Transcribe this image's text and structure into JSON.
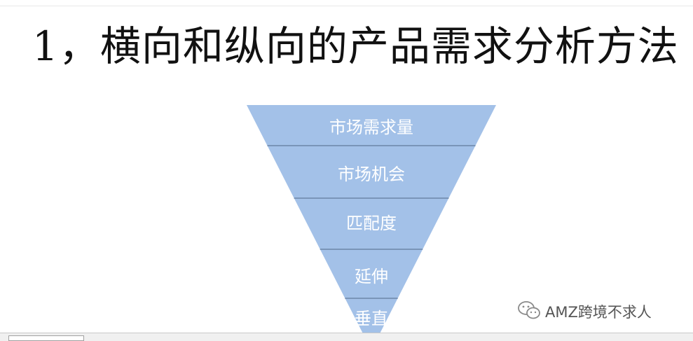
{
  "title": "1，横向和纵向的产品需求分析方法",
  "funnel": {
    "levels": [
      {
        "label": "市场需求量"
      },
      {
        "label": "市场机会"
      },
      {
        "label": "匹配度"
      },
      {
        "label": "延伸"
      },
      {
        "label": "垂直"
      }
    ],
    "fill_color": "#a3c1e8",
    "divider_color": "#7a95b8"
  },
  "watermark": {
    "text": "AMZ跨境不求人",
    "icon": "wechat-icon"
  }
}
